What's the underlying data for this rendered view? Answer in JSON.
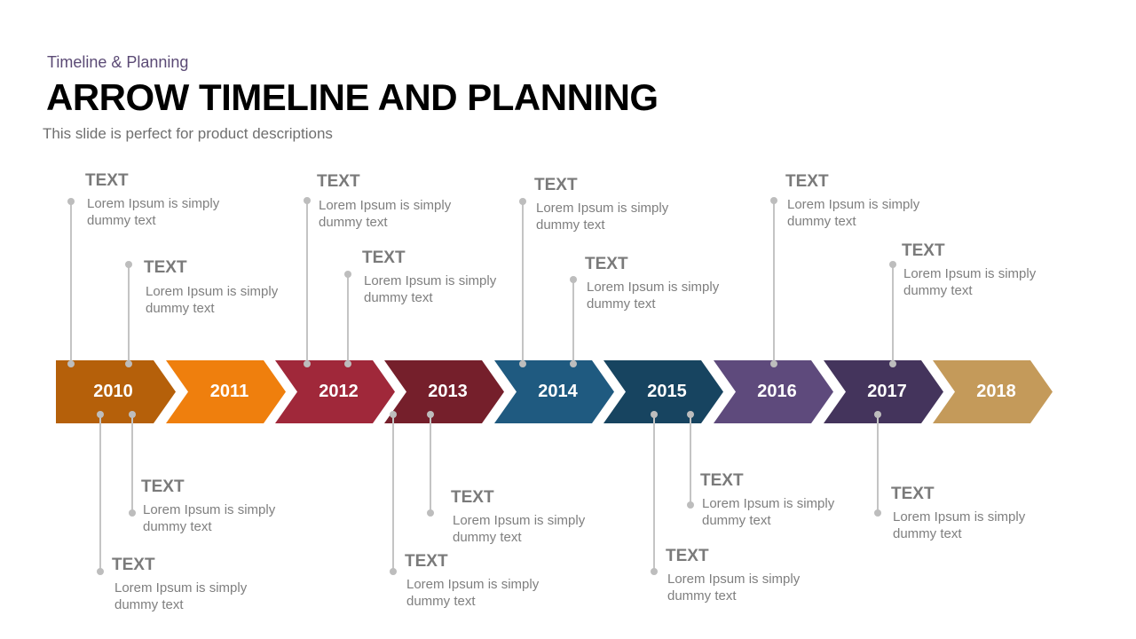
{
  "header": {
    "kicker": "Timeline  & Planning",
    "title": "ARROW TIMELINE AND PLANNING",
    "subtitle": "This slide is perfect for product descriptions"
  },
  "arrows": [
    {
      "year": "2010",
      "color": "#b5600a"
    },
    {
      "year": "2011",
      "color": "#ef7f0d"
    },
    {
      "year": "2012",
      "color": "#a0283a"
    },
    {
      "year": "2013",
      "color": "#751f2b"
    },
    {
      "year": "2014",
      "color": "#1f5a80"
    },
    {
      "year": "2015",
      "color": "#174460"
    },
    {
      "year": "2016",
      "color": "#5e4a7c"
    },
    {
      "year": "2017",
      "color": "#44345c"
    },
    {
      "year": "2018",
      "color": "#c49a5a"
    }
  ],
  "callouts": [
    {
      "title": "TEXT",
      "body": "Lorem Ipsum  is simply dummy  text"
    },
    {
      "title": "TEXT",
      "body": "Lorem Ipsum  is simply dummy  text"
    },
    {
      "title": "TEXT",
      "body": "Lorem Ipsum  is simply dummy  text"
    },
    {
      "title": "TEXT",
      "body": "Lorem Ipsum  is simply dummy  text"
    },
    {
      "title": "TEXT",
      "body": "Lorem Ipsum  is simply dummy  text"
    },
    {
      "title": "TEXT",
      "body": "Lorem Ipsum  is simply dummy  text"
    },
    {
      "title": "TEXT",
      "body": "Lorem Ipsum  is simply dummy  text"
    },
    {
      "title": "TEXT",
      "body": "Lorem Ipsum  is simply dummy  text"
    },
    {
      "title": "TEXT",
      "body": "Lorem Ipsum  is simply dummy  text"
    },
    {
      "title": "TEXT",
      "body": "Lorem Ipsum  is simply dummy  text"
    },
    {
      "title": "TEXT",
      "body": "Lorem Ipsum  is simply dummy  text"
    },
    {
      "title": "TEXT",
      "body": "Lorem Ipsum  is simply dummy  text"
    },
    {
      "title": "TEXT",
      "body": "Lorem Ipsum  is simply dummy  text"
    },
    {
      "title": "TEXT",
      "body": "Lorem Ipsum  is simply dummy  text"
    },
    {
      "title": "TEXT",
      "body": "Lorem Ipsum  is simply dummy  text"
    }
  ]
}
